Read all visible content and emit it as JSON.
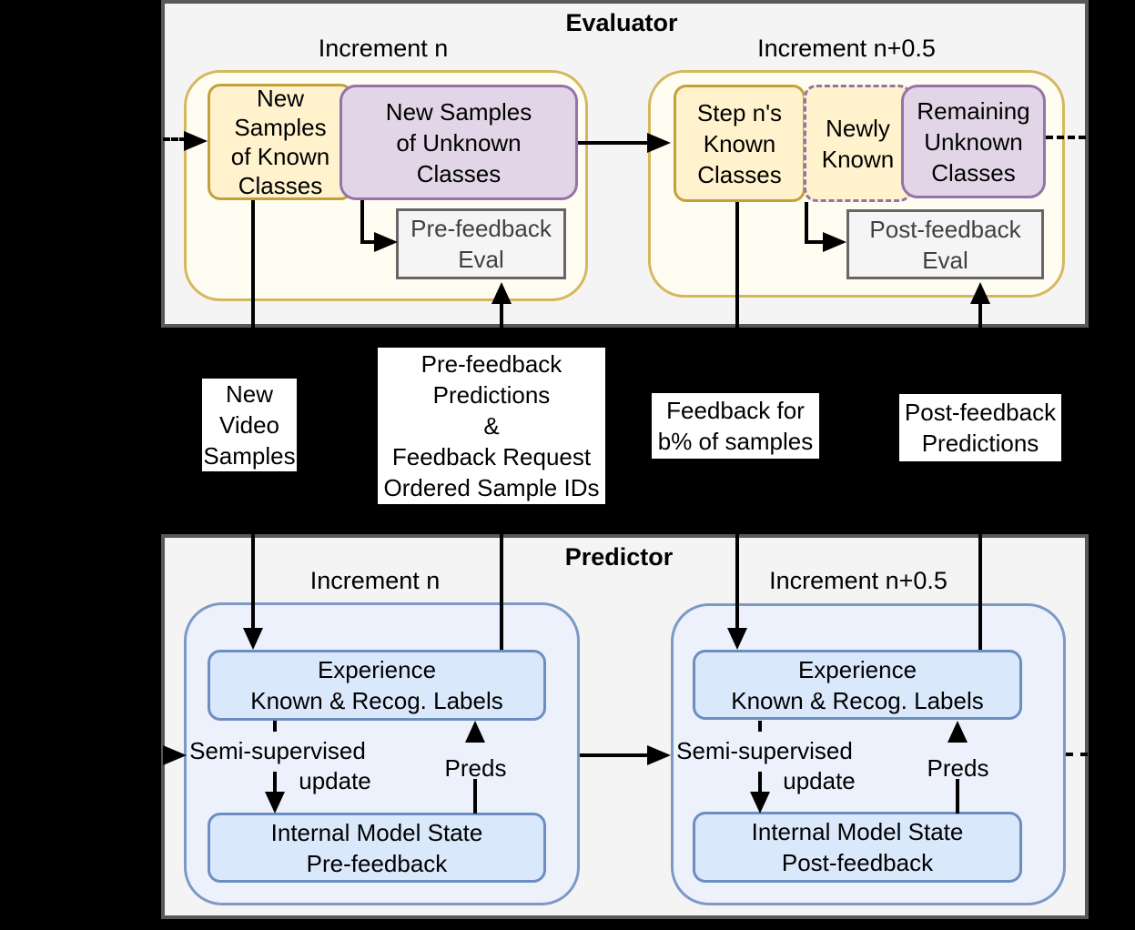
{
  "evaluator": {
    "title": "Evaluator",
    "increments": [
      {
        "label": "Increment n",
        "known": "New\nSamples\nof Known\nClasses",
        "unknown": "New Samples\nof Unknown\nClasses",
        "eval": "Pre-feedback\nEval"
      },
      {
        "label": "Increment n+0.5",
        "known": "Step n's\nKnown\nClasses",
        "newly_known": "Newly\nKnown",
        "unknown": "Remaining\nUnknown\nClasses",
        "eval": "Post-feedback\nEval"
      }
    ]
  },
  "flow": {
    "new_video": "New\nVideo\nSamples",
    "pre_feedback": "Pre-feedback\nPredictions\n&\nFeedback Request\nOrdered Sample IDs",
    "feedback": "Feedback for\nb% of samples",
    "post_feedback": "Post-feedback\nPredictions"
  },
  "predictor": {
    "title": "Predictor",
    "increments": [
      {
        "label": "Increment n",
        "experience": "Experience\nKnown & Recog. Labels",
        "semi_supervised": "Semi-supervised",
        "update": "update",
        "preds": "Preds",
        "state": "Internal Model State\nPre-feedback"
      },
      {
        "label": "Increment n+0.5",
        "experience": "Experience\nKnown & Recog. Labels",
        "semi_supervised": "Semi-supervised",
        "update": "update",
        "preds": "Preds",
        "state": "Internal Model State\nPost-feedback"
      }
    ]
  },
  "colors": {
    "background": "#000000",
    "panel_fill": "#F4F4F4",
    "panel_border": "#595959",
    "yellow_container_fill": "#FFFDF2",
    "yellow_fill": "#FFF2CC",
    "yellow_border": "#C2A13D",
    "purple_fill": "#E1D5E7",
    "purple_border": "#9673A6",
    "gray_box_fill": "#F5F5F5",
    "gray_box_border": "#666666",
    "blue_container_fill": "#ECF1FB",
    "blue_fill": "#DAE8FC",
    "blue_border": "#6C8EBF"
  }
}
